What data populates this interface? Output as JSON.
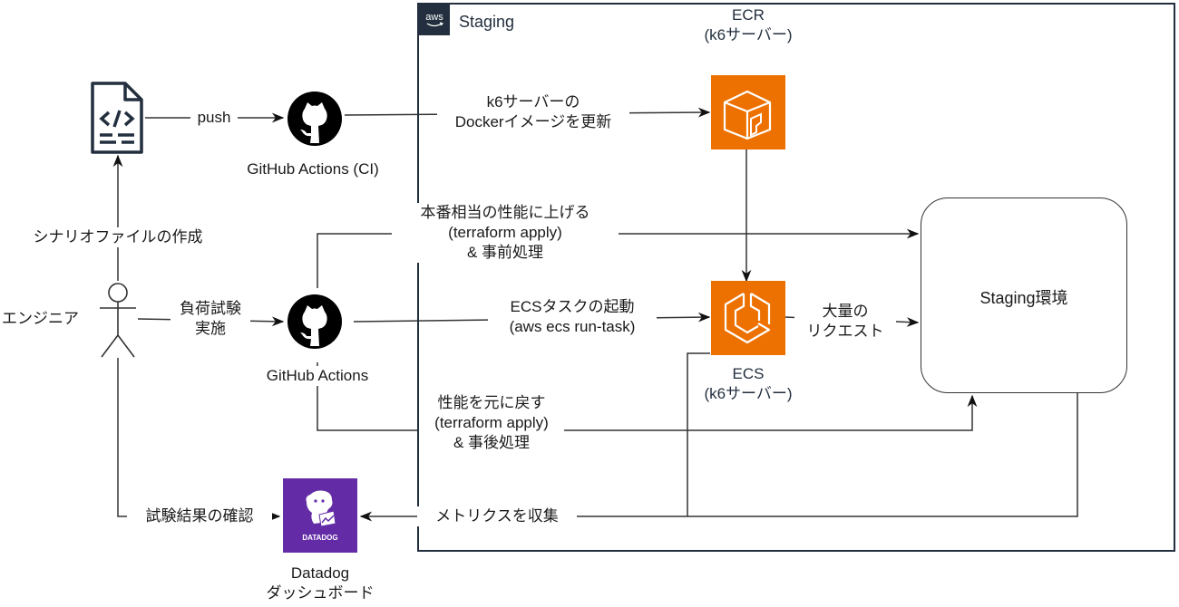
{
  "group": {
    "badge_icon": "aws-icon",
    "badge_text": "aws",
    "title": "Staging"
  },
  "nodes": {
    "scenario_file": {
      "icon": "code-file-icon",
      "label": ""
    },
    "github_ci": {
      "icon": "github-icon",
      "label": "GitHub Actions (CI)"
    },
    "github_actions": {
      "icon": "github-icon",
      "label": "GitHub Actions"
    },
    "engineer": {
      "icon": "actor-icon",
      "label": "エンジニア"
    },
    "ecr": {
      "icon": "ecr-icon",
      "label_line1": "ECR",
      "label_line2": "(k6サーバー)"
    },
    "ecs": {
      "icon": "ecs-icon",
      "label_line1": "ECS",
      "label_line2": "(k6サーバー)"
    },
    "staging_env": {
      "label": "Staging環境"
    },
    "datadog": {
      "icon": "datadog-icon",
      "logo_text": "DATADOG",
      "label_line1": "Datadog",
      "label_line2": "ダッシュボード"
    }
  },
  "edges": {
    "push": {
      "label": "push"
    },
    "create_scenario": {
      "label": "シナリオファイルの作成"
    },
    "update_image": {
      "line1": "k6サーバーの",
      "line2": "Dockerイメージを更新"
    },
    "scale_up": {
      "line1": "本番相当の性能に上げる",
      "line2": "(terraform apply)",
      "line3": "& 事前処理"
    },
    "run_test": {
      "line1": "負荷試験",
      "line2": "実施"
    },
    "run_task": {
      "line1": "ECSタスクの起動",
      "line2": "(aws ecs run-task)"
    },
    "requests": {
      "line1": "大量の",
      "line2": "リクエスト"
    },
    "scale_down": {
      "line1": "性能を元に戻す",
      "line2": "(terraform apply)",
      "line3": "& 事後処理"
    },
    "check_results": {
      "label": "試験結果の確認"
    },
    "collect_metrics": {
      "label": "メトリクスを収集"
    }
  },
  "colors": {
    "aws_dark": "#232f3e",
    "aws_orange": "#ed7100",
    "datadog_purple": "#632ca6",
    "line": "#333333"
  }
}
